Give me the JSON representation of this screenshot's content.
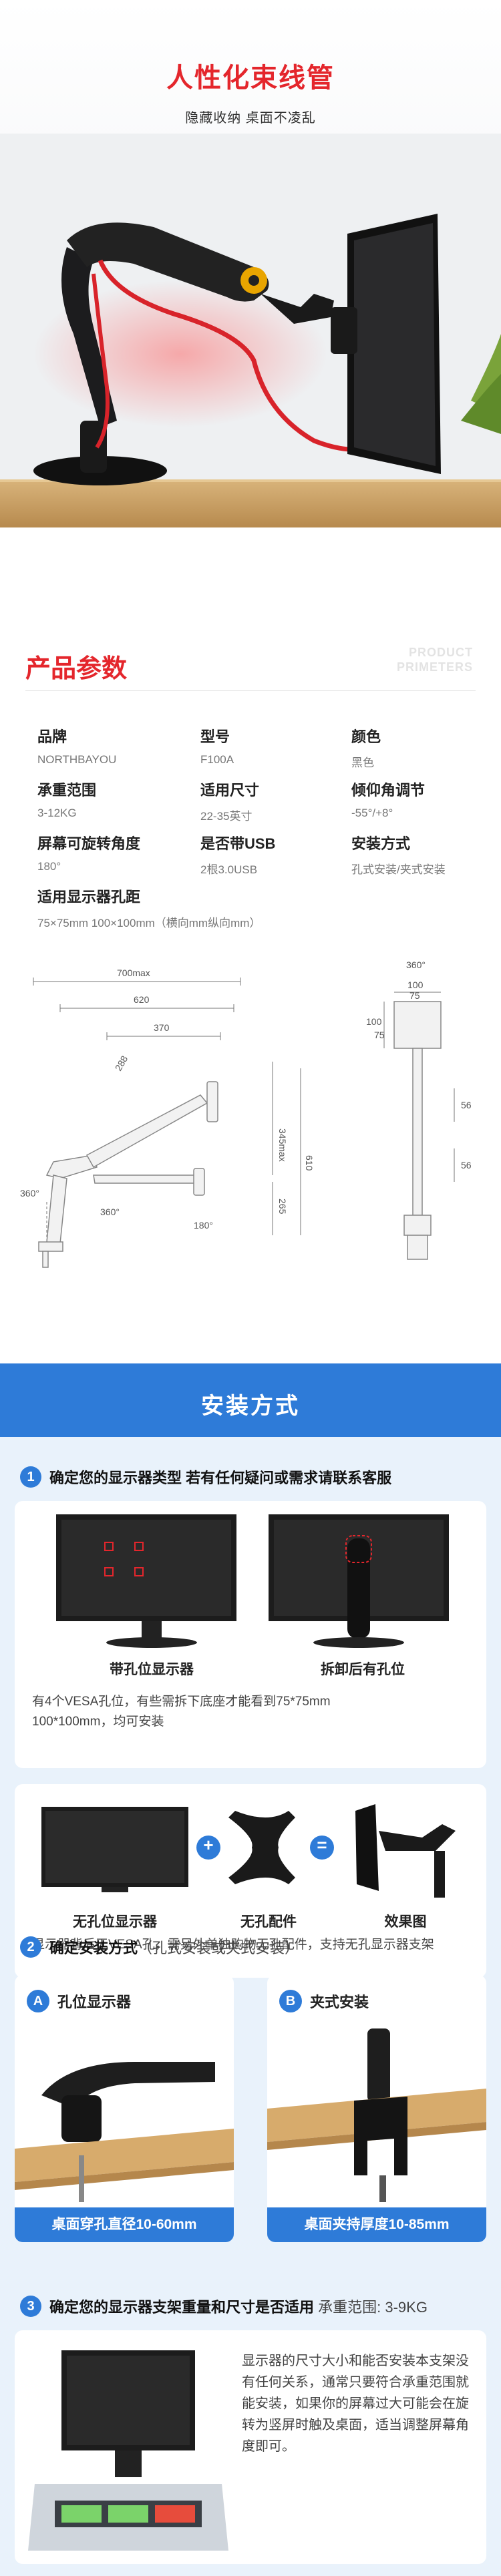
{
  "hero": {
    "title": "人性化束线管",
    "subtitle": "隐藏收纳 桌面不凌乱"
  },
  "params": {
    "title": "产品参数",
    "title_en_1": "PRODUCT",
    "title_en_2": "PRIMETERS",
    "specs": [
      {
        "label": "品牌",
        "value": "NORTHBAYOU"
      },
      {
        "label": "型号",
        "value": "F100A"
      },
      {
        "label": "颜色",
        "value": "黑色"
      },
      {
        "label": "承重范围",
        "value": "3-12KG"
      },
      {
        "label": "适用尺寸",
        "value": "22-35英寸"
      },
      {
        "label": "倾仰角调节",
        "value": "-55°/+8°"
      },
      {
        "label": "屏幕可旋转角度",
        "value": "180°"
      },
      {
        "label": "是否带USB",
        "value": "2根3.0USB"
      },
      {
        "label": "安装方式",
        "value": "孔式安装/夹式安装"
      }
    ],
    "vesa_label": "适用显示器孔距",
    "vesa_value": "75×75mm 100×100mm（横向mm纵向mm）",
    "diagram": {
      "w700": "700max",
      "w620": "620",
      "w370": "370",
      "d288": "288",
      "h345": "345max",
      "h610": "610",
      "h265": "265",
      "a360a": "360°",
      "a360b": "360°",
      "a180": "180°",
      "a360c": "360°",
      "s100a": "100",
      "s100b": "100",
      "s75a": "75",
      "s75b": "75",
      "s56a": "56",
      "s56b": "56"
    }
  },
  "install": {
    "banner": "安装方式",
    "step1": {
      "num": "1",
      "text": "确定您的显示器类型  若有任何疑问或需求请联系客服"
    },
    "card1": {
      "cap_left": "带孔位显示器",
      "cap_right": "拆卸后有孔位",
      "desc": "有4个VESA孔位，有些需拆下底座才能看到75*75mm 100*100mm，均可安装"
    },
    "card2": {
      "plus": "+",
      "equals": "=",
      "cap_1": "无孔位显示器",
      "cap_2": "无孔配件",
      "cap_3": "效果图",
      "desc": "显示器背后无VESA孔，需另外单独购物无孔配件，支持无孔显示器支架"
    },
    "step2": {
      "num": "2",
      "text": "确定安装方式",
      "note": "（孔式安装或夹式安装）"
    },
    "optA": {
      "badge": "A",
      "title": "孔位显示器",
      "bar": "桌面穿孔直径10-60mm"
    },
    "optB": {
      "badge": "B",
      "title": "夹式安装",
      "bar": "桌面夹持厚度10-85mm"
    },
    "step3": {
      "num": "3",
      "text": "确定您的显示器支架重量和尺寸是否适用",
      "note": "承重范围: 3-9KG"
    },
    "step3_desc": "显示器的尺寸大小和能否安装本支架没有任何关系，通常只要符合承重范围就能安装，如果你的屏幕过大可能会在旋转为竖屏时触及桌面，适当调整屏幕角度即可。"
  },
  "colors": {
    "accent_red": "#e4262c",
    "accent_blue": "#2e7bd8",
    "panel_blue": "#e9f2fb"
  }
}
